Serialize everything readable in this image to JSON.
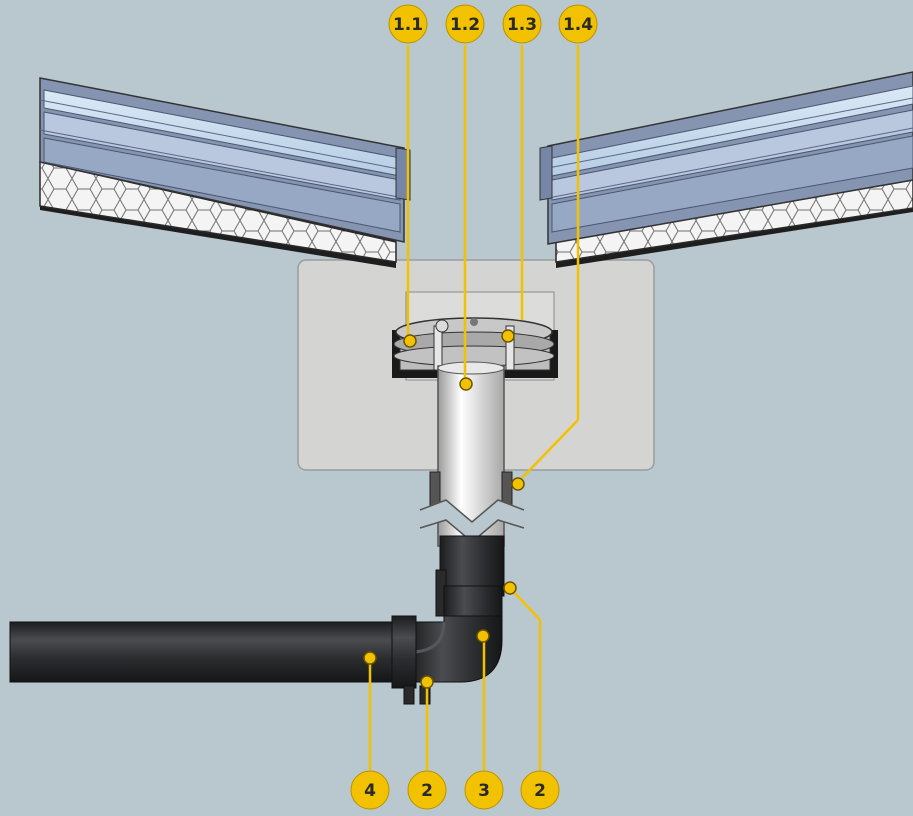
{
  "labels": {
    "l11": "1.1",
    "l12": "1.2",
    "l13": "1.3",
    "l14": "1.4",
    "l4": "4",
    "l2a": "2",
    "l3": "3",
    "l2b": "2"
  },
  "colors": {
    "background": "#b9c7cf",
    "callout": "#f2c200",
    "pipe": "#2b2d30",
    "concrete": "#d3d3d1",
    "glazing": "#c9dcef"
  }
}
